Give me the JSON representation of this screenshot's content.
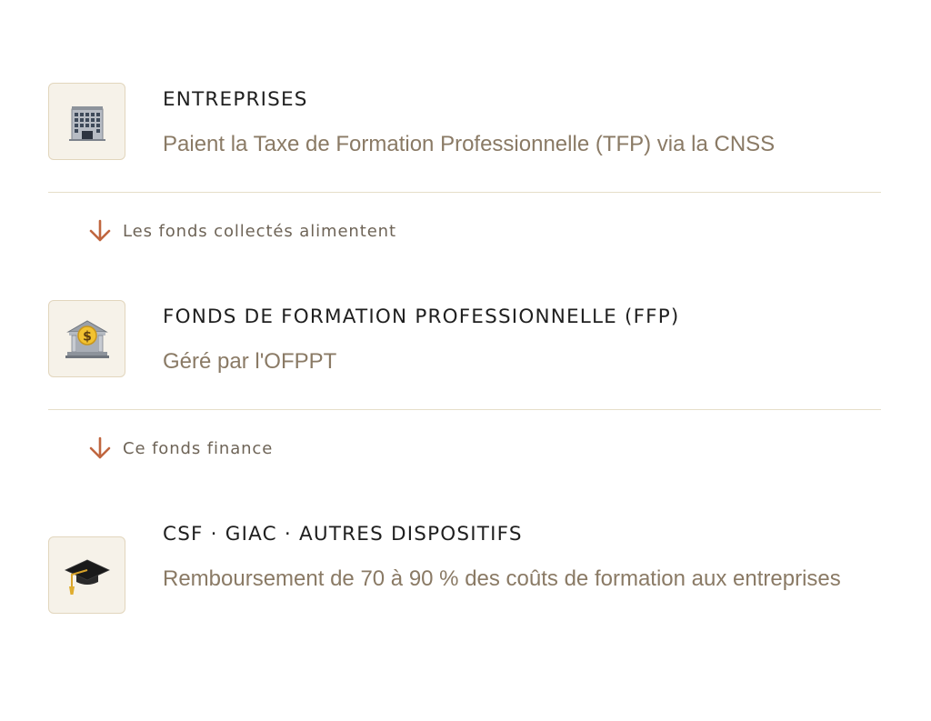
{
  "steps": [
    {
      "icon": "office-building-icon",
      "title": "ENTREPRISES",
      "description": "Paient la Taxe de Formation Professionnelle (TFP) via la CNSS"
    },
    {
      "icon": "bank-icon",
      "title": "FONDS DE FORMATION PROFESSIONNELLE (FFP)",
      "description": "Géré par l'OFPPT"
    },
    {
      "icon": "graduation-cap-icon",
      "title": "CSF · GIAC · AUTRES DISPOSITIFS",
      "description": "Remboursement de 70 à 90 % des coûts de formation aux entreprises"
    }
  ],
  "connectors": [
    {
      "icon": "arrow-down-icon",
      "label": "Les fonds collectés alimentent"
    },
    {
      "icon": "arrow-down-icon",
      "label": "Ce fonds finance"
    }
  ],
  "colors": {
    "accent_arrow": "#c0663f",
    "title_text": "#1f1f1f",
    "description_text": "#8a7a65",
    "icon_box_background": "#f6f2e9",
    "icon_box_border": "#e2d6bd",
    "divider": "#e6dec9"
  }
}
